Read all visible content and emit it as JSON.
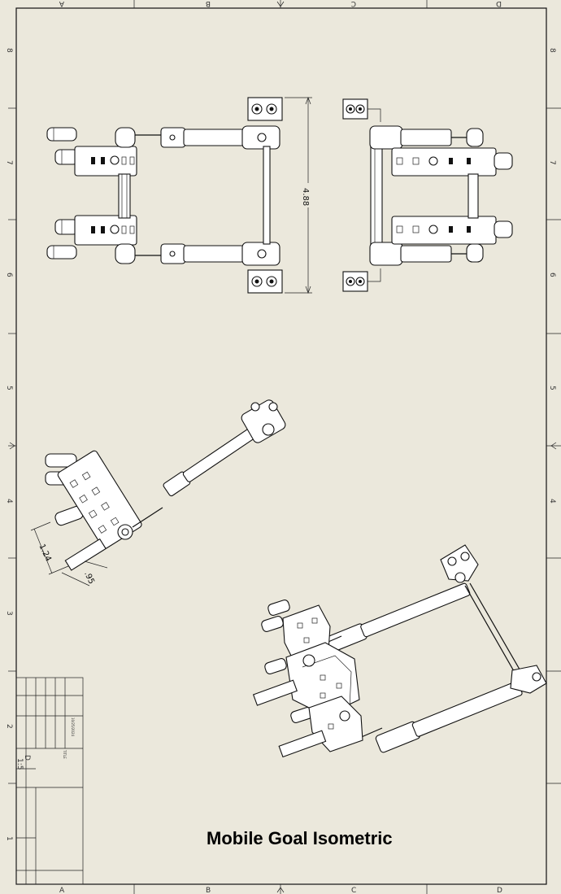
{
  "sheet": {
    "top_letters": [
      "A",
      "B",
      "C",
      "D"
    ],
    "bottom_letters": [
      "A",
      "B",
      "C",
      "D"
    ],
    "left_numbers": [
      "8",
      "7",
      "6",
      "5",
      "4",
      "3",
      "2",
      "1"
    ],
    "right_numbers": [
      "8",
      "7",
      "6",
      "5",
      "4"
    ]
  },
  "dimensions": {
    "height": "4.88",
    "side_a": "1.24",
    "side_b": ".95"
  },
  "title_block": {
    "scale": "1:5",
    "size": "D",
    "title_label": "TITLE",
    "date": "10/25/2024"
  },
  "caption": "Mobile Goal Isometric"
}
